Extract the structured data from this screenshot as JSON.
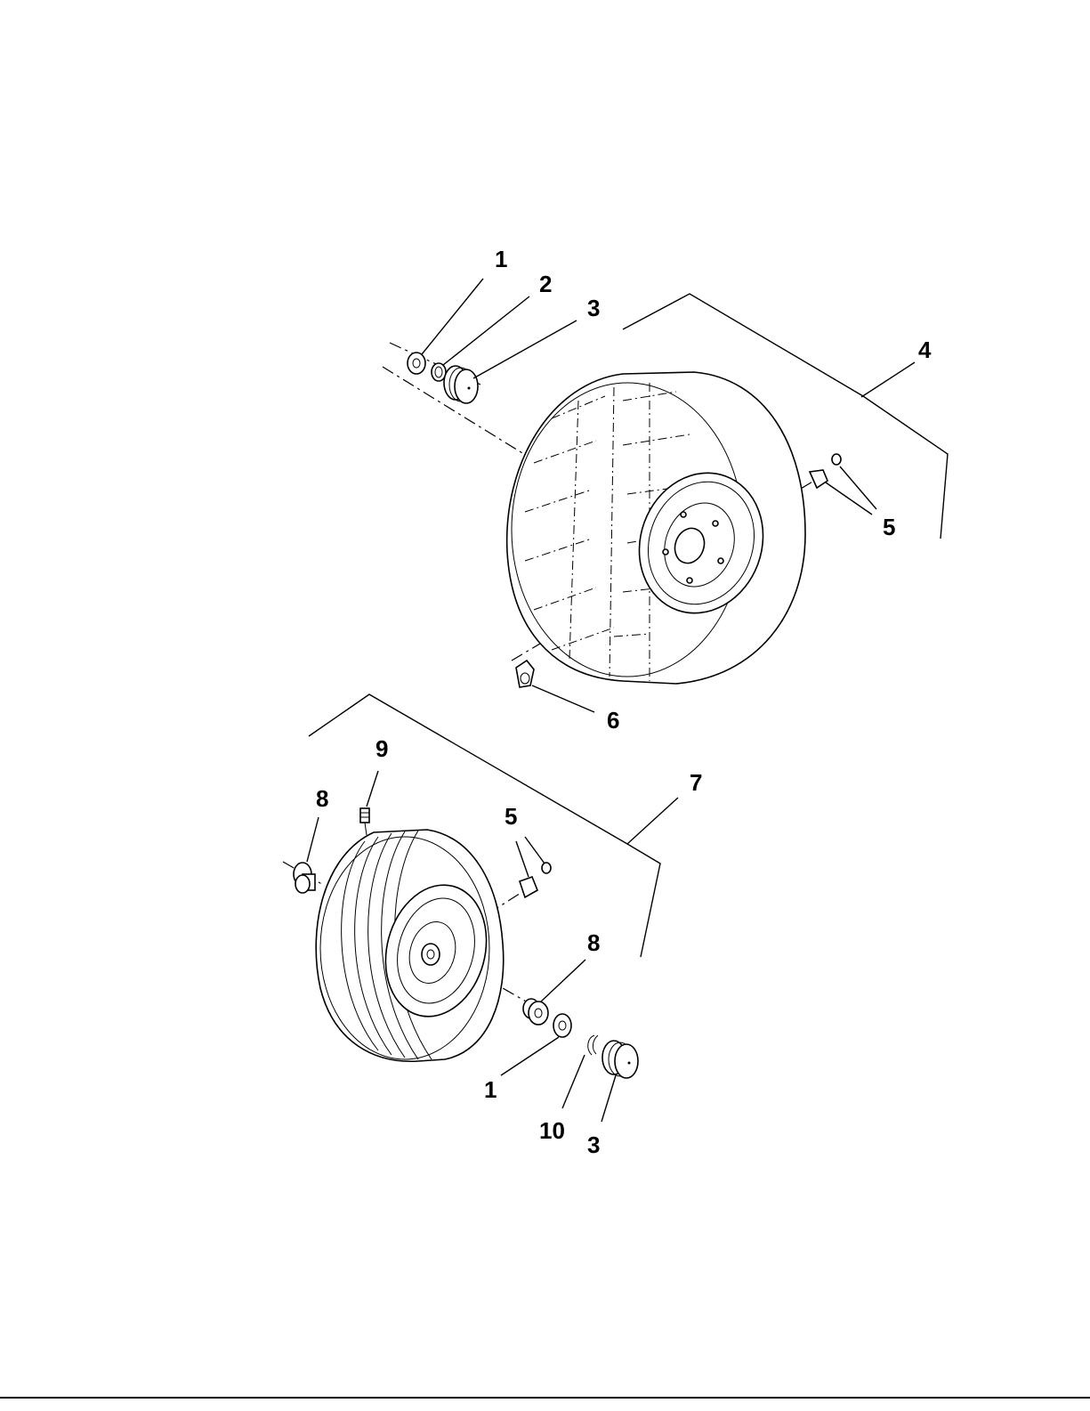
{
  "callouts": {
    "upper": {
      "c1": "1",
      "c2": "2",
      "c3": "3",
      "c4": "4",
      "c5": "5",
      "c6": "6"
    },
    "lower": {
      "c7": "7",
      "c8a": "8",
      "c9": "9",
      "c5": "5",
      "c8b": "8",
      "c1": "1",
      "c10": "10",
      "c3": "3"
    }
  },
  "colors": {
    "ink": "#000000",
    "paper": "#ffffff"
  }
}
